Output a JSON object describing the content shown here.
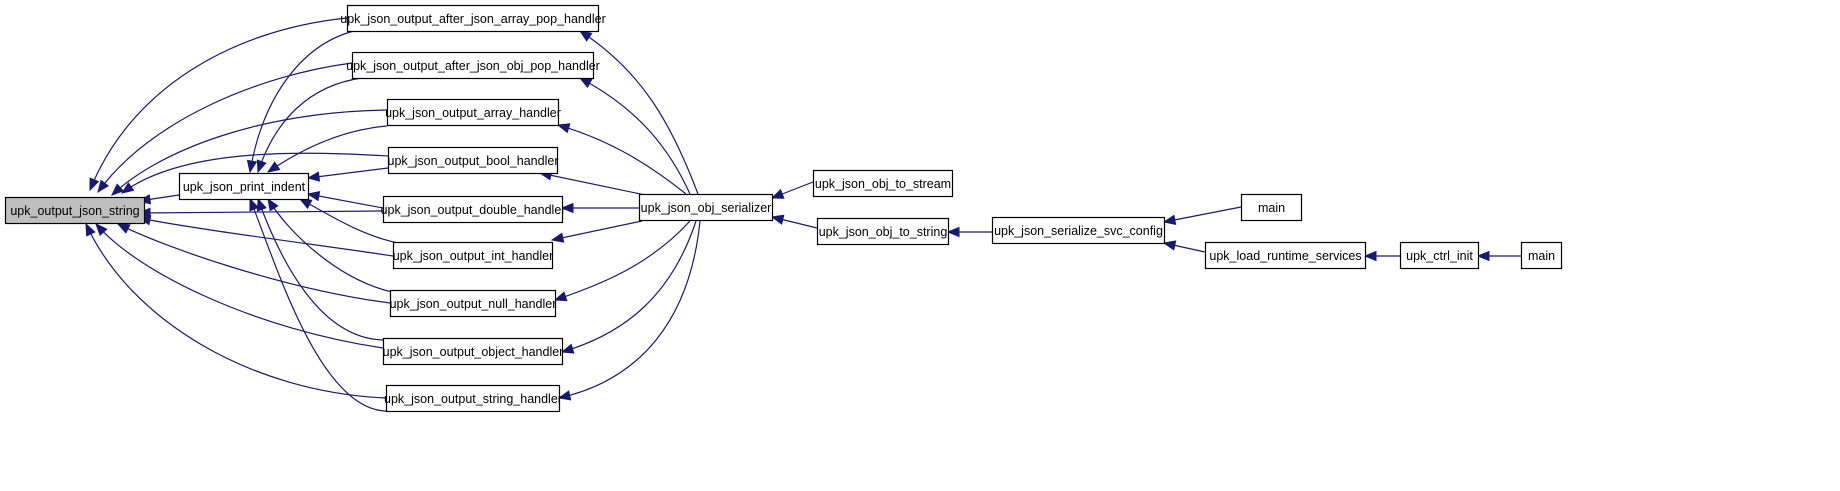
{
  "graph": {
    "colors": {
      "edge": "#191970",
      "root_fill": "#bfbfbf",
      "node_fill": "#ffffff",
      "node_border": "#000000"
    },
    "nodes": [
      {
        "id": "n_root",
        "label": "upk_output_json_string",
        "root": true
      },
      {
        "id": "n_indent",
        "label": "upk_json_print_indent"
      },
      {
        "id": "n_after_arr",
        "label": "upk_json_output_after_json_array_pop_handler"
      },
      {
        "id": "n_after_obj",
        "label": "upk_json_output_after_json_obj_pop_handler"
      },
      {
        "id": "n_array",
        "label": "upk_json_output_array_handler"
      },
      {
        "id": "n_bool",
        "label": "upk_json_output_bool_handler"
      },
      {
        "id": "n_double",
        "label": "upk_json_output_double_handler"
      },
      {
        "id": "n_int",
        "label": "upk_json_output_int_handler"
      },
      {
        "id": "n_null",
        "label": "upk_json_output_null_handler"
      },
      {
        "id": "n_object",
        "label": "upk_json_output_object_handler"
      },
      {
        "id": "n_string",
        "label": "upk_json_output_string_handler"
      },
      {
        "id": "n_serializer",
        "label": "upk_json_obj_serializer"
      },
      {
        "id": "n_to_stream",
        "label": "upk_json_obj_to_stream"
      },
      {
        "id": "n_to_string",
        "label": "upk_json_obj_to_string"
      },
      {
        "id": "n_svc_config",
        "label": "upk_json_serialize_svc_config"
      },
      {
        "id": "n_main1",
        "label": "main"
      },
      {
        "id": "n_load_rt",
        "label": "upk_load_runtime_services"
      },
      {
        "id": "n_ctrl_init",
        "label": "upk_ctrl_init"
      },
      {
        "id": "n_main2",
        "label": "main"
      }
    ],
    "edges": [
      {
        "from": "n_indent",
        "to": "n_root"
      },
      {
        "from": "n_after_arr",
        "to": "n_root"
      },
      {
        "from": "n_after_obj",
        "to": "n_root"
      },
      {
        "from": "n_array",
        "to": "n_root"
      },
      {
        "from": "n_bool",
        "to": "n_root"
      },
      {
        "from": "n_double",
        "to": "n_root"
      },
      {
        "from": "n_int",
        "to": "n_root"
      },
      {
        "from": "n_null",
        "to": "n_root"
      },
      {
        "from": "n_object",
        "to": "n_root"
      },
      {
        "from": "n_string",
        "to": "n_root"
      },
      {
        "from": "n_after_arr",
        "to": "n_indent"
      },
      {
        "from": "n_after_obj",
        "to": "n_indent"
      },
      {
        "from": "n_array",
        "to": "n_indent"
      },
      {
        "from": "n_bool",
        "to": "n_indent"
      },
      {
        "from": "n_double",
        "to": "n_indent"
      },
      {
        "from": "n_int",
        "to": "n_indent"
      },
      {
        "from": "n_null",
        "to": "n_indent"
      },
      {
        "from": "n_object",
        "to": "n_indent"
      },
      {
        "from": "n_string",
        "to": "n_indent"
      },
      {
        "from": "n_serializer",
        "to": "n_after_arr"
      },
      {
        "from": "n_serializer",
        "to": "n_after_obj"
      },
      {
        "from": "n_serializer",
        "to": "n_array"
      },
      {
        "from": "n_serializer",
        "to": "n_bool"
      },
      {
        "from": "n_serializer",
        "to": "n_double"
      },
      {
        "from": "n_serializer",
        "to": "n_int"
      },
      {
        "from": "n_serializer",
        "to": "n_null"
      },
      {
        "from": "n_serializer",
        "to": "n_object"
      },
      {
        "from": "n_serializer",
        "to": "n_string"
      },
      {
        "from": "n_to_stream",
        "to": "n_serializer"
      },
      {
        "from": "n_to_string",
        "to": "n_serializer"
      },
      {
        "from": "n_svc_config",
        "to": "n_to_string"
      },
      {
        "from": "n_main1",
        "to": "n_svc_config"
      },
      {
        "from": "n_load_rt",
        "to": "n_svc_config"
      },
      {
        "from": "n_ctrl_init",
        "to": "n_load_rt"
      },
      {
        "from": "n_main2",
        "to": "n_ctrl_init"
      }
    ]
  }
}
